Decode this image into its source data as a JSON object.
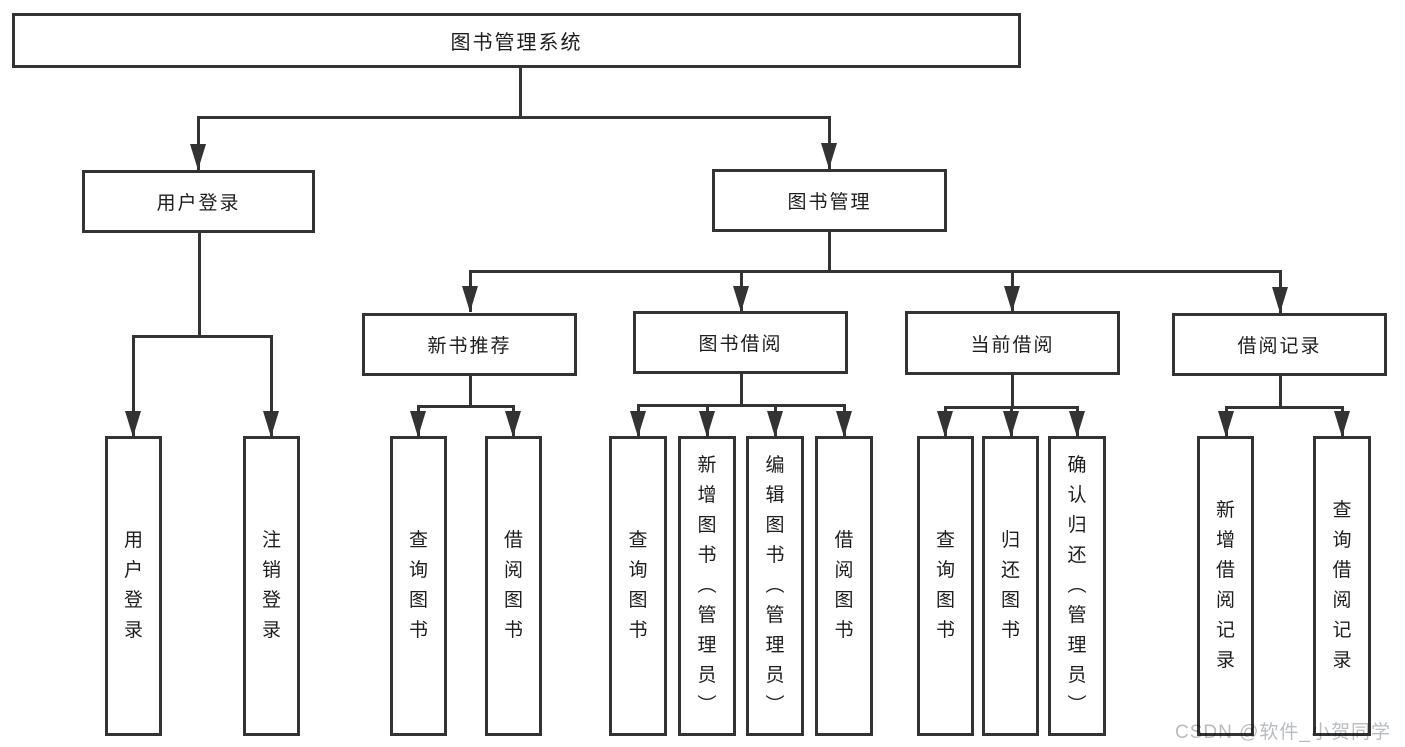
{
  "diagram": {
    "root": "图书管理系统",
    "user_login": {
      "label": "用户登录",
      "login": "用户登录",
      "logout": "注销登录"
    },
    "book_management": {
      "label": "图书管理",
      "new_book_recommend": {
        "label": "新书推荐",
        "query_books": "查询图书",
        "borrow_books": "借阅图书"
      },
      "book_borrow": {
        "label": "图书借阅",
        "query_books": "查询图书",
        "add_books": "新增图书（管理员）",
        "edit_books": "编辑图书（管理员）",
        "borrow_books": "借阅图书"
      },
      "current_borrow": {
        "label": "当前借阅",
        "query_books": "查询图书",
        "return_books": "归还图书",
        "confirm_return": "确认归还（管理员）"
      },
      "borrow_records": {
        "label": "借阅记录",
        "add_record": "新增借阅记录",
        "query_record": "查询借阅记录"
      }
    }
  },
  "watermark": {
    "text": "CSDN @软件_小贺同学"
  },
  "colors": {
    "line": "#333333",
    "text": "#1d1d1f",
    "box_background": "#ffffff",
    "page_background": "#ffffff",
    "watermark": "#b8bcbf"
  }
}
